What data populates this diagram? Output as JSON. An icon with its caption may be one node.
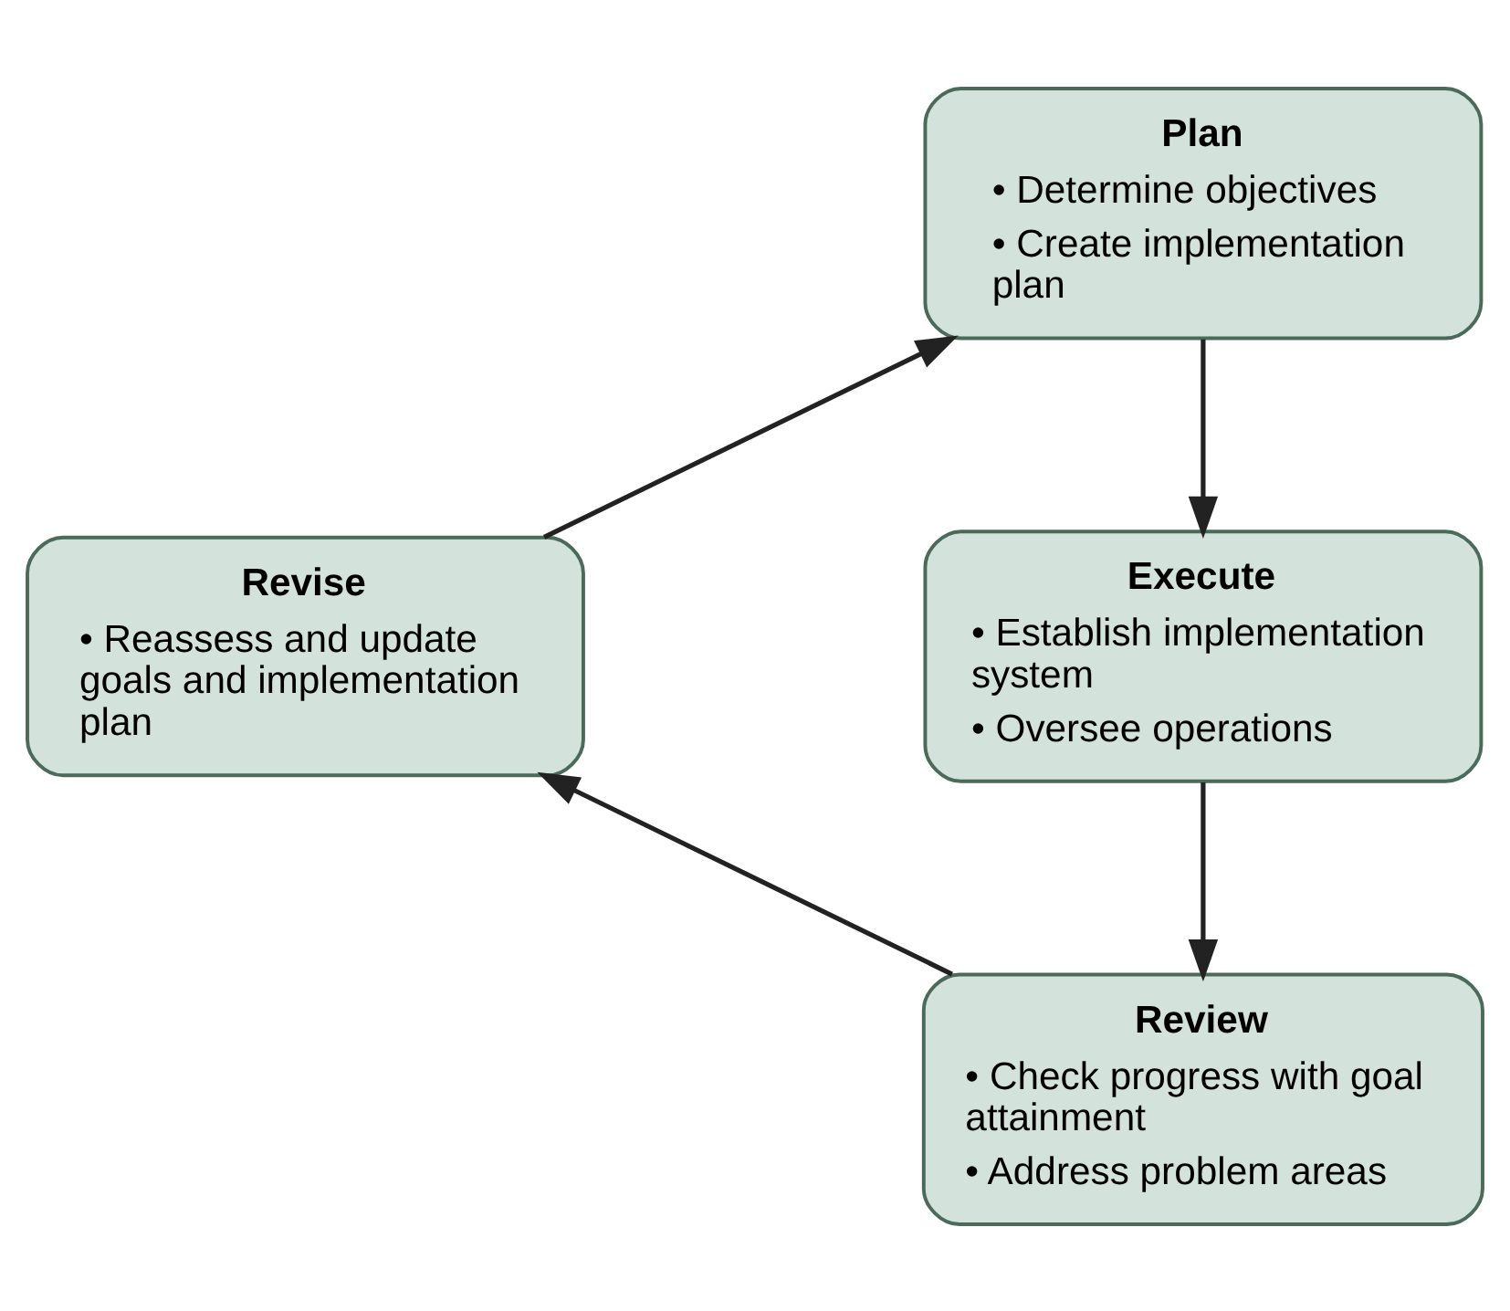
{
  "diagram": {
    "nodes": [
      {
        "text": [
          "Plan",
          "• Determine objectives",
          "• Create implementation plan"
        ]
      },
      {
        "text": [
          "Execute",
          "• Establish implementation system",
          "• Oversee operations"
        ]
      },
      {
        "text": [
          "Review",
          "• Check progress with goal attainment",
          "• Address problem areas"
        ]
      },
      {
        "text": [
          "Revise",
          "• Reassess and update goals and implementation plan"
        ]
      }
    ],
    "edges": [
      {
        "from": 0,
        "to": 1,
        "arrow": "to"
      },
      {
        "from": 1,
        "to": 2,
        "arrow": "to"
      },
      {
        "from": 2,
        "to": 3,
        "arrow": "to"
      },
      {
        "from": 3,
        "to": 0,
        "arrow": "to"
      }
    ]
  }
}
